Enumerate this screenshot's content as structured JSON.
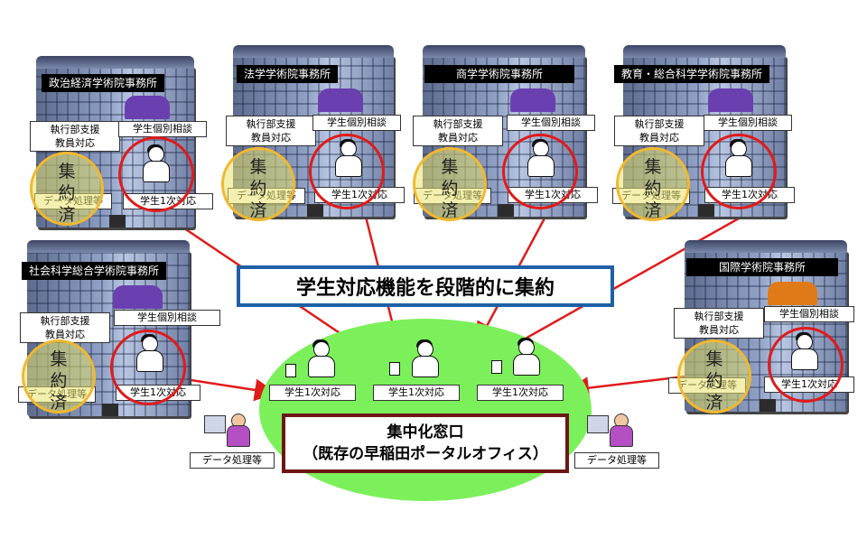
{
  "title_banner": "学生対応機能を段階的に集約",
  "center_box": {
    "line1": "集中化窓口",
    "line2": "（既存の早稲田ポータルオフィス）"
  },
  "offices": [
    {
      "name": "政治経済学術院事務所"
    },
    {
      "name": "法学学術院事務所"
    },
    {
      "name": "商学学術院事務所"
    },
    {
      "name": "教育・総合科学学術院事務所"
    },
    {
      "name": "社会科学総合学術院事務所"
    },
    {
      "name": "国際学術院事務所"
    }
  ],
  "labels": {
    "exec_support": "執行部支援",
    "faculty_support": "教員対応",
    "student_consult": "学生個別相談",
    "data_processing": "データ処理等",
    "first_response": "学生1次対応",
    "consolidated_1": "集",
    "consolidated_2": "約",
    "consolidated_3": "済"
  },
  "colors": {
    "arrow_red": "#e01b1b",
    "banner_border": "#1f5fa6",
    "center_ellipse": "#7cf05b",
    "center_box_border": "#6e1616",
    "consolidated_circle": "#f1b82f"
  }
}
